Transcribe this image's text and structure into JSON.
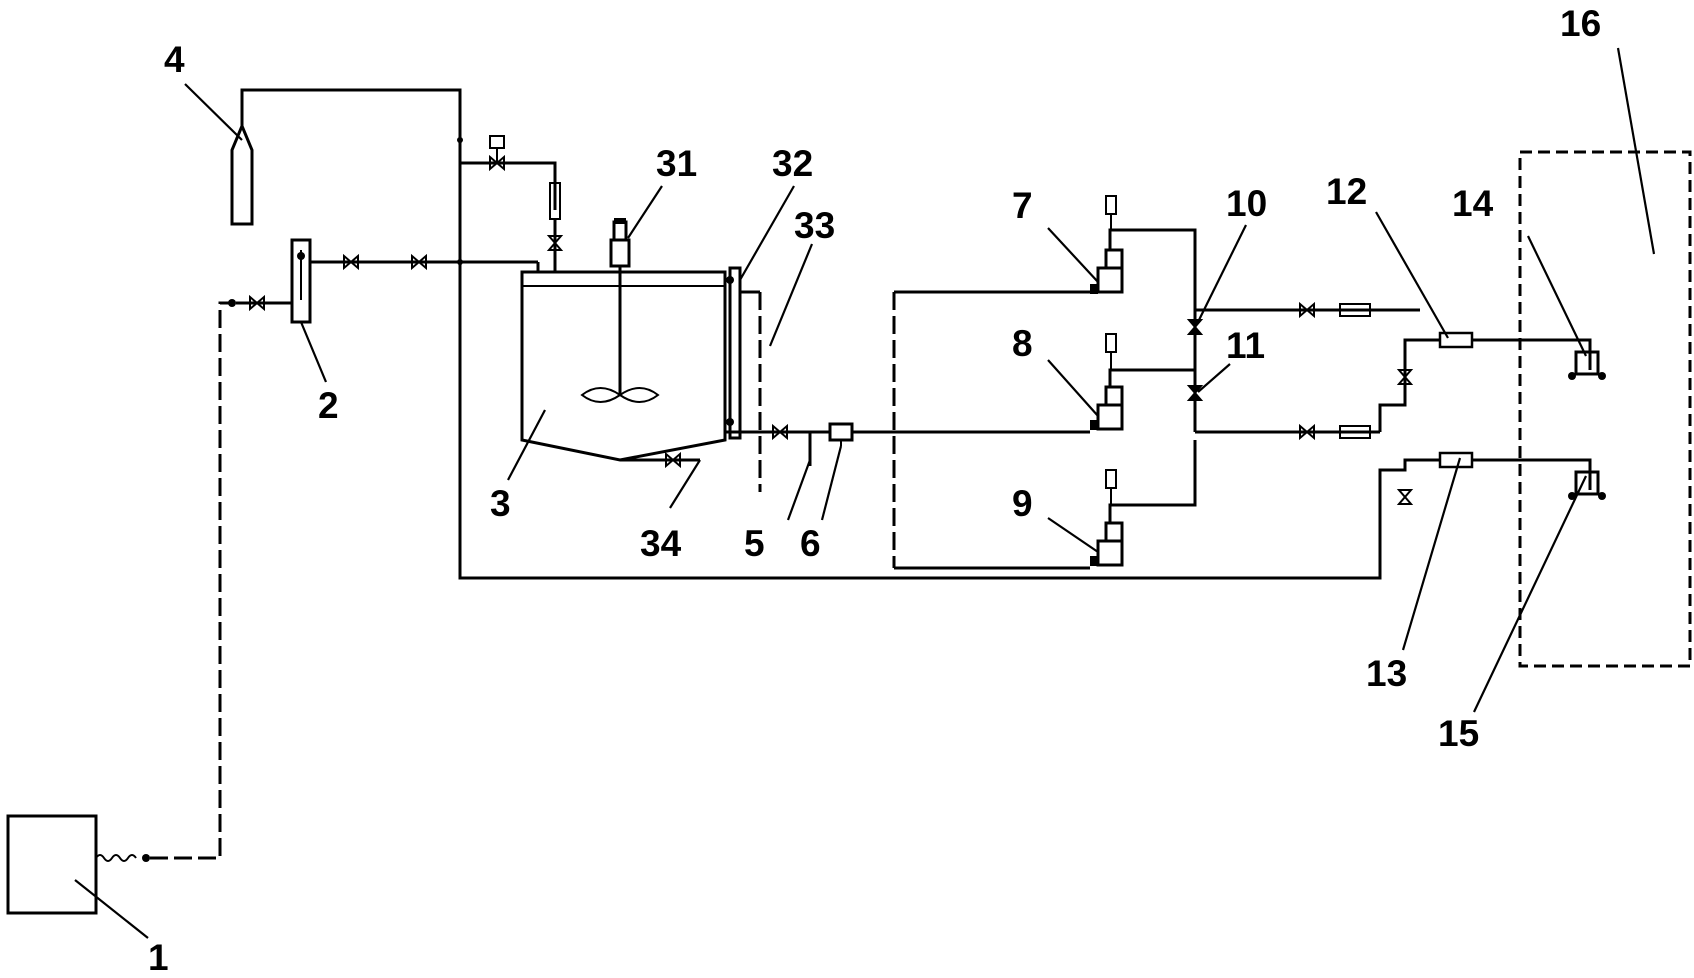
{
  "labels": {
    "l1": "1",
    "l2": "2",
    "l3": "3",
    "l4": "4",
    "l5": "5",
    "l6": "6",
    "l7": "7",
    "l8": "8",
    "l9": "9",
    "l10": "10",
    "l11": "11",
    "l12": "12",
    "l13": "13",
    "l14": "14",
    "l15": "15",
    "l16": "16",
    "l31": "31",
    "l32": "32",
    "l33": "33",
    "l34": "34"
  }
}
